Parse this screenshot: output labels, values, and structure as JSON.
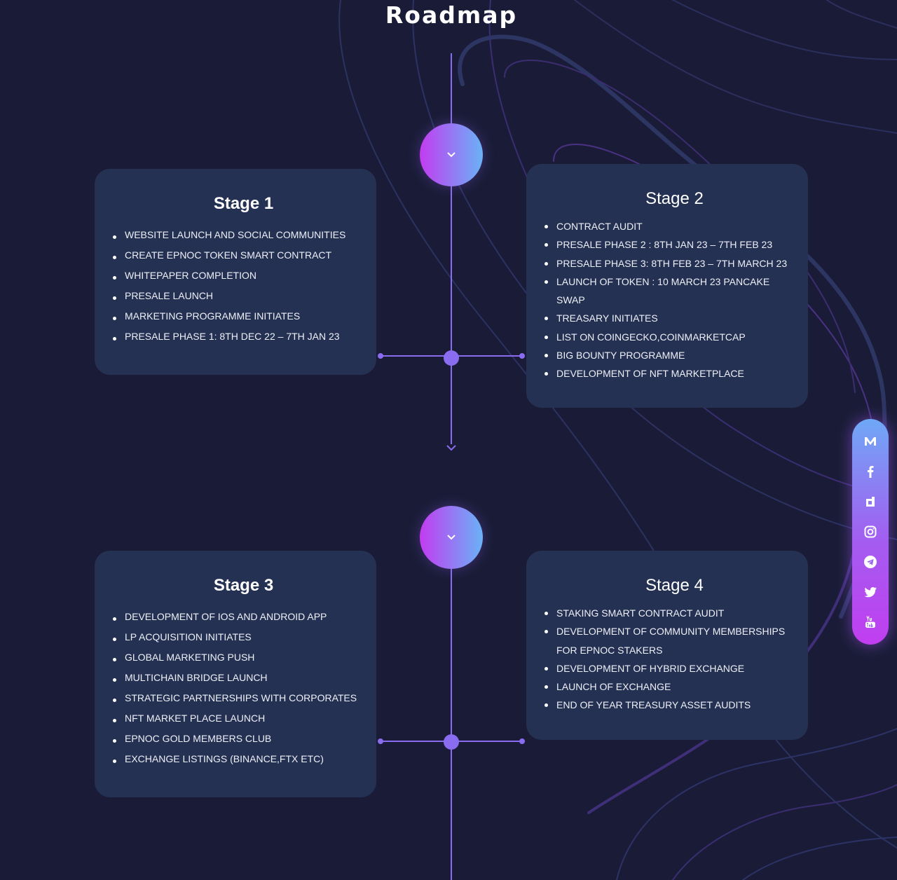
{
  "page": {
    "title": "Roadmap"
  },
  "colors": {
    "background": "#1a1c37",
    "card": "#243152",
    "timeline": "#8a6cf0",
    "gradient_start": "#c23cf0",
    "gradient_end": "#6ab2f7"
  },
  "stages": [
    {
      "title": "Stage 1",
      "items": [
        "WEBSITE LAUNCH AND SOCIAL COMMUNITIES",
        "CREATE EPNOC TOKEN SMART CONTRACT",
        "WHITEPAPER COMPLETION",
        "PRESALE LAUNCH",
        "MARKETING PROGRAMME INITIATES",
        "PRESALE PHASE 1: 8TH DEC 22 – 7TH JAN 23"
      ]
    },
    {
      "title": "Stage 2",
      "items": [
        "CONTRACT AUDIT",
        "PRESALE PHASE 2 : 8TH JAN 23 – 7TH FEB 23",
        "PRESALE PHASE 3: 8TH FEB 23 – 7TH MARCH 23",
        "LAUNCH OF TOKEN : 10 MARCH 23 PANCAKE SWAP",
        "TREASARY INITIATES",
        "LIST ON COINGECKO,COINMARKETCAP",
        "BIG BOUNTY PROGRAMME",
        "DEVELOPMENT OF NFT MARKETPLACE"
      ]
    },
    {
      "title": "Stage 3",
      "items": [
        "DEVELOPMENT OF IOS AND ANDROID APP",
        "LP ACQUISITION INITIATES",
        "GLOBAL MARKETING PUSH",
        "MULTICHAIN BRIDGE LAUNCH",
        "STRATEGIC PARTNERSHIPS WITH CORPORATES",
        "NFT MARKET PLACE LAUNCH",
        "EPNOC GOLD MEMBERS CLUB",
        "EXCHANGE LISTINGS (BINANCE,FTX ETC)"
      ]
    },
    {
      "title": "Stage 4",
      "items": [
        "STAKING SMART CONTRACT AUDIT",
        "DEVELOPMENT OF COMMUNITY MEMBERSHIPS FOR EPNOC STAKERS",
        "DEVELOPMENT OF HYBRID EXCHANGE",
        "LAUNCH OF EXCHANGE",
        "END OF YEAR TREASURY ASSET AUDITS"
      ]
    }
  ],
  "timeline": {
    "toggle_icon": "chevron-down-icon",
    "arrow_icon": "chevron-down-icon"
  },
  "social": [
    {
      "icon": "medium-icon"
    },
    {
      "icon": "facebook-icon"
    },
    {
      "icon": "dextools-icon"
    },
    {
      "icon": "instagram-icon"
    },
    {
      "icon": "telegram-icon"
    },
    {
      "icon": "twitter-icon"
    },
    {
      "icon": "youtube-icon"
    }
  ]
}
